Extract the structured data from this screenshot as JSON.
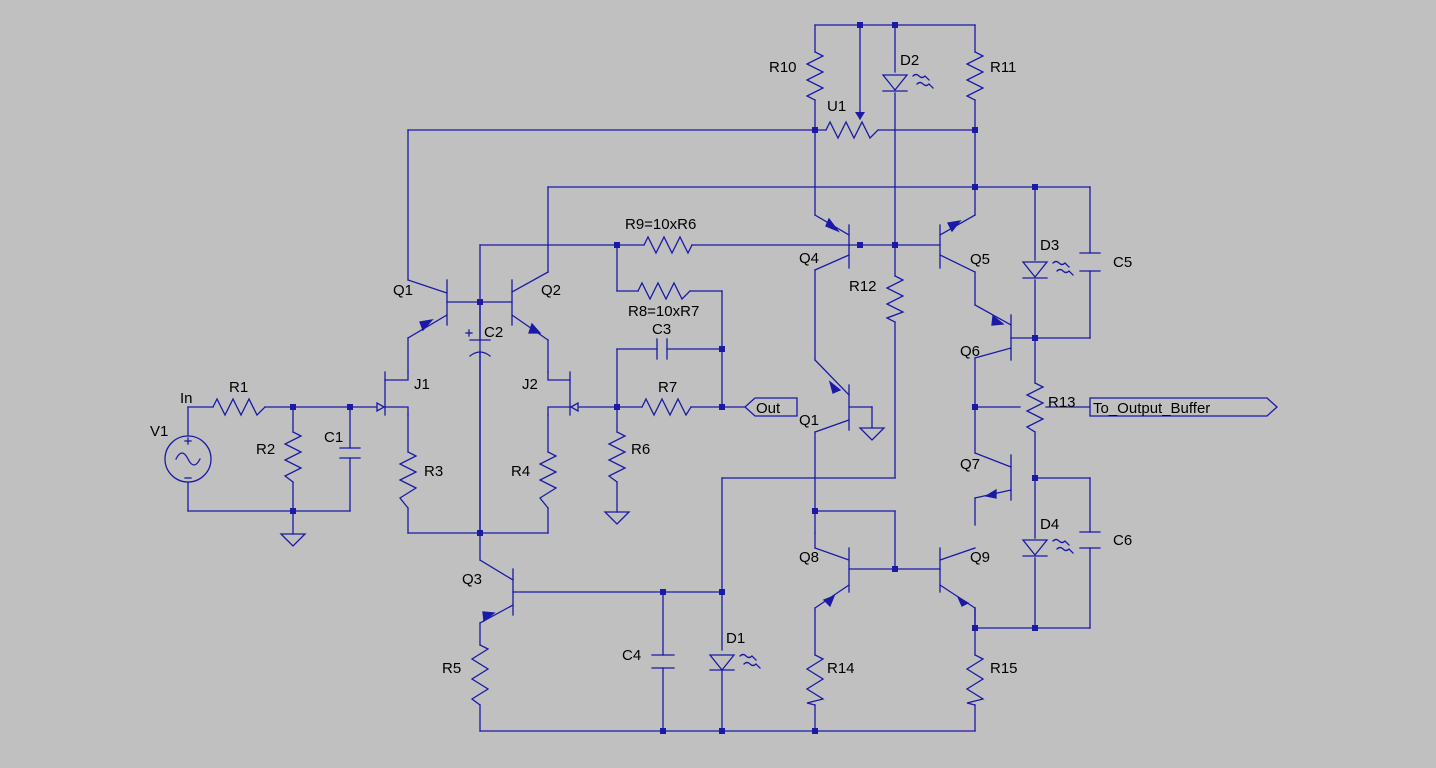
{
  "schematic": {
    "colors": {
      "background": "#c0c0c0",
      "wire": "#1a1aa6",
      "text": "#000000"
    },
    "net_labels": {
      "input": "In",
      "output": "Out",
      "output_buffer": "To_Output_Buffer"
    },
    "components": {
      "v1": "V1",
      "r1": "R1",
      "r2": "R2",
      "r3": "R3",
      "r4": "R4",
      "r5": "R5",
      "r6": "R6",
      "r7": "R7",
      "r8": "R8=10xR7",
      "r9": "R9=10xR6",
      "r10": "R10",
      "r11": "R11",
      "r12": "R12",
      "r13": "R13",
      "r14": "R14",
      "r15": "R15",
      "c1": "C1",
      "c2": "C2",
      "c3": "C3",
      "c4": "C4",
      "c5": "C5",
      "c6": "C6",
      "d1": "D1",
      "d2": "D2",
      "d3": "D3",
      "d4": "D4",
      "j1": "J1",
      "j2": "J2",
      "q1_left": "Q1",
      "q2": "Q2",
      "q3": "Q3",
      "q4": "Q4",
      "q1_right": "Q1",
      "q5": "Q5",
      "q6": "Q6",
      "q7": "Q7",
      "q8": "Q8",
      "q9": "Q9",
      "u1": "U1"
    }
  }
}
